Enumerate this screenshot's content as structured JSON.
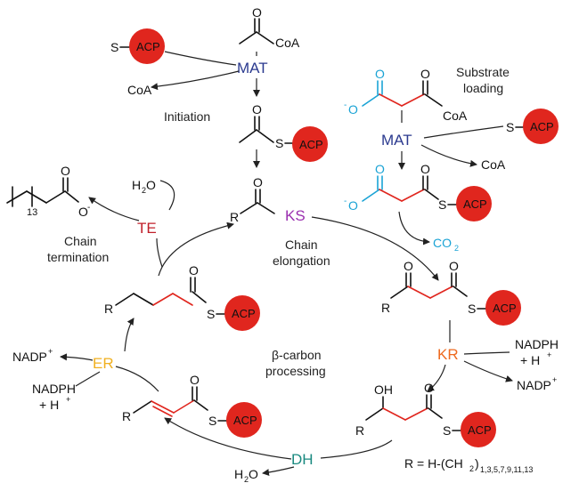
{
  "colors": {
    "acp_fill": "#e0261e",
    "mat": "#2b3a8f",
    "ks": "#9b30b0",
    "kr": "#ee6a1f",
    "dh": "#1a8a80",
    "er": "#f0b020",
    "te": "#c0202a",
    "carboxyl": "#1aa3d5",
    "new_bond": "#e0261e"
  },
  "labels": {
    "acp": "ACP",
    "coa": "CoA",
    "s": "S",
    "o": "O",
    "oh": "OH",
    "o_minus": "O",
    "r": "R",
    "co2": "CO",
    "co2_sub": "2",
    "h2o": "H",
    "h2o_sub": "2",
    "h2o_o": "O",
    "nadph": "NADPH",
    "h_plus": "+ H",
    "nadp": "NADP",
    "plus": "+",
    "minus": "-",
    "chain_sub": "13"
  },
  "enzymes": {
    "mat": "MAT",
    "ks": "KS",
    "kr": "KR",
    "dh": "DH",
    "er": "ER",
    "te": "TE"
  },
  "stages": {
    "initiation": "Initiation",
    "substrate_loading_1": "Substrate",
    "substrate_loading_2": "loading",
    "chain_elongation_1": "Chain",
    "chain_elongation_2": "elongation",
    "chain_termination_1": "Chain",
    "chain_termination_2": "termination",
    "beta_processing_1": "β-carbon",
    "beta_processing_2": "processing"
  },
  "footnote": {
    "lhs": "R = H-(CH",
    "sub2": "2",
    "close": ")",
    "indices": "1,3,5,7,9,11,13"
  }
}
